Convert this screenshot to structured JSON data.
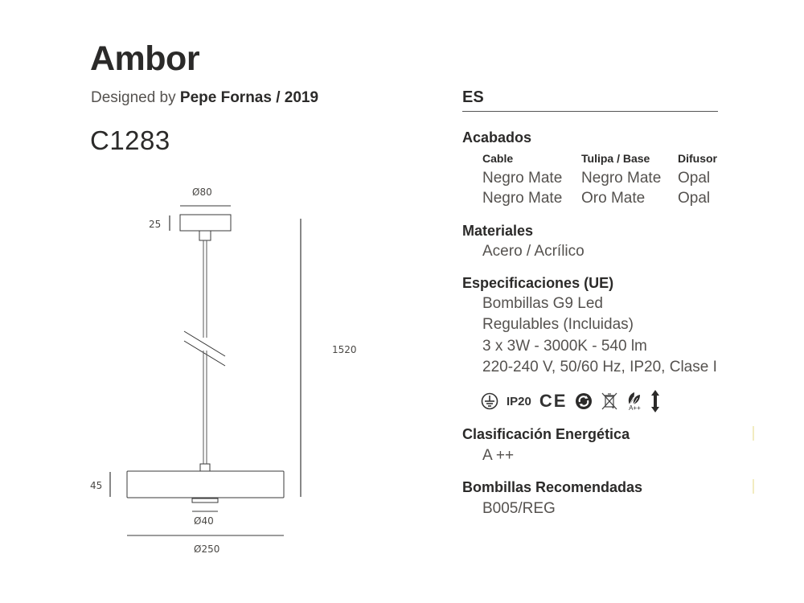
{
  "header": {
    "product_name": "Ambor",
    "designed_by_prefix": "Designed by ",
    "designer_and_year": "Pepe Fornas / 2019",
    "product_code": "C1283"
  },
  "drawing": {
    "canopy_diameter": "Ø80",
    "canopy_height": "25",
    "total_height": "1520",
    "shade_height": "45",
    "diffuser_diameter": "Ø40",
    "shade_diameter": "Ø250"
  },
  "specs": {
    "language": "ES",
    "finishes": {
      "title": "Acabados",
      "columns": [
        "Cable",
        "Tulipa / Base",
        "Difusor"
      ],
      "rows": [
        [
          "Negro Mate",
          "Negro Mate",
          "Opal"
        ],
        [
          "Negro Mate",
          "Oro Mate",
          "Opal"
        ]
      ]
    },
    "materials": {
      "title": "Materiales",
      "value": "Acero / Acrílico"
    },
    "specifications": {
      "title": "Especificaciones (UE)",
      "lines": [
        "Bombillas G9 Led",
        "Regulables (Incluidas)",
        "3 x 3W - 3000K - 540 lm",
        "220-240 V, 50/60 Hz, IP20, Clase I"
      ]
    },
    "certification_icons": {
      "earth_ground": "earth-ground-icon",
      "ip_rating": "IP20",
      "ce": "CE",
      "green_dot": "recycle-icon",
      "weee": "crossed-bin-icon",
      "energy_label": "A++",
      "adjustable": "height-adjust-icon"
    },
    "energy_class": {
      "title": "Clasificación Energética",
      "value": "A ++"
    },
    "recommended_bulbs": {
      "title": "Bombillas Recomendadas",
      "value": "B005/REG"
    }
  }
}
